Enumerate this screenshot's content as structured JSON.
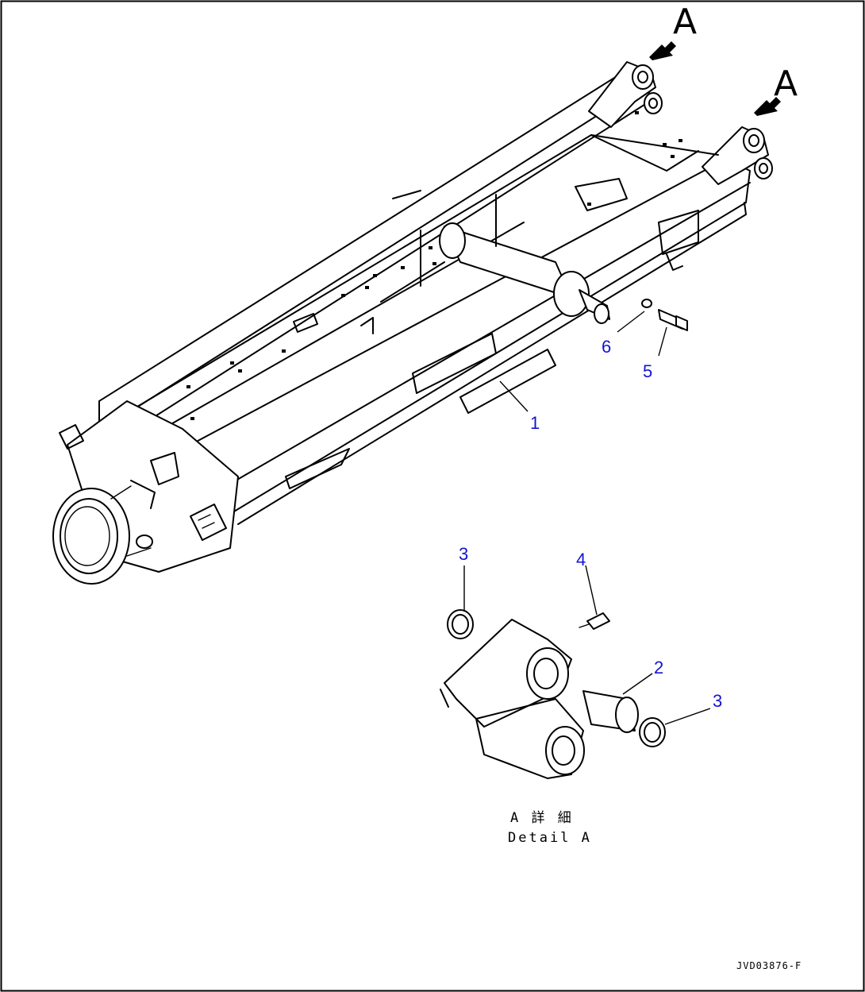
{
  "view_labels": [
    "A",
    "A"
  ],
  "callouts": {
    "part_1": "1",
    "part_2": "2",
    "part_3_left": "3",
    "part_3_right": "3",
    "part_4": "4",
    "part_5": "5",
    "part_6": "6"
  },
  "detail_caption": {
    "line1": "A 詳 細",
    "line2": "Detail A"
  },
  "drawing_number": "JVD03876-F",
  "colors": {
    "callout": "#1414d2",
    "line": "#000000",
    "background": "#ffffff"
  }
}
